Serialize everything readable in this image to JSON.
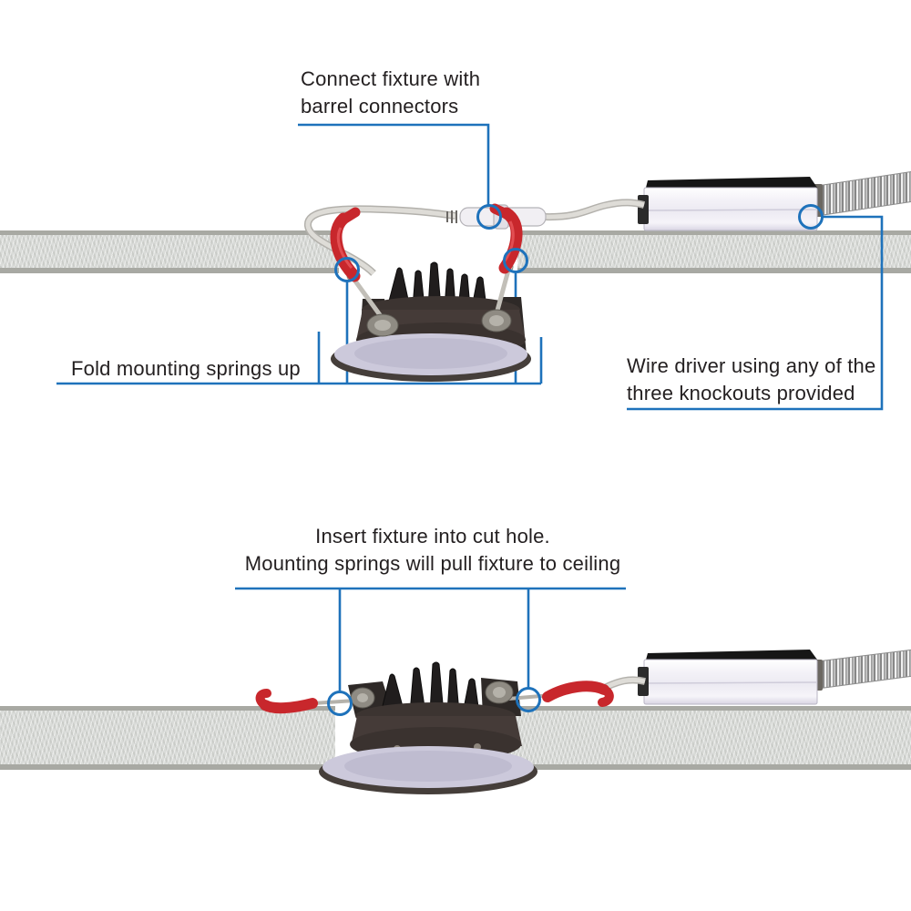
{
  "title": "Recessed downlight installation diagram",
  "colors": {
    "annotation_blue": "#1e72bb",
    "spring_red": "#c8272c",
    "text_dark": "#231f20",
    "ceiling_face": "#d9dbd8",
    "ceiling_edge": "#a8a9a3",
    "trim_face": "#ccc9db",
    "driver_body": "#f2f0f6"
  },
  "annotations": {
    "connect_fixture": {
      "line1": "Connect fixture with",
      "line2": "barrel connectors"
    },
    "fold_springs": {
      "line1": "Fold mounting springs up"
    },
    "wire_driver": {
      "line1": "Wire driver using any of the",
      "line2": "three knockouts provided"
    },
    "insert_fixture": {
      "line1": "Insert fixture into cut hole.",
      "line2": "Mounting springs will pull fixture to ceiling"
    }
  }
}
